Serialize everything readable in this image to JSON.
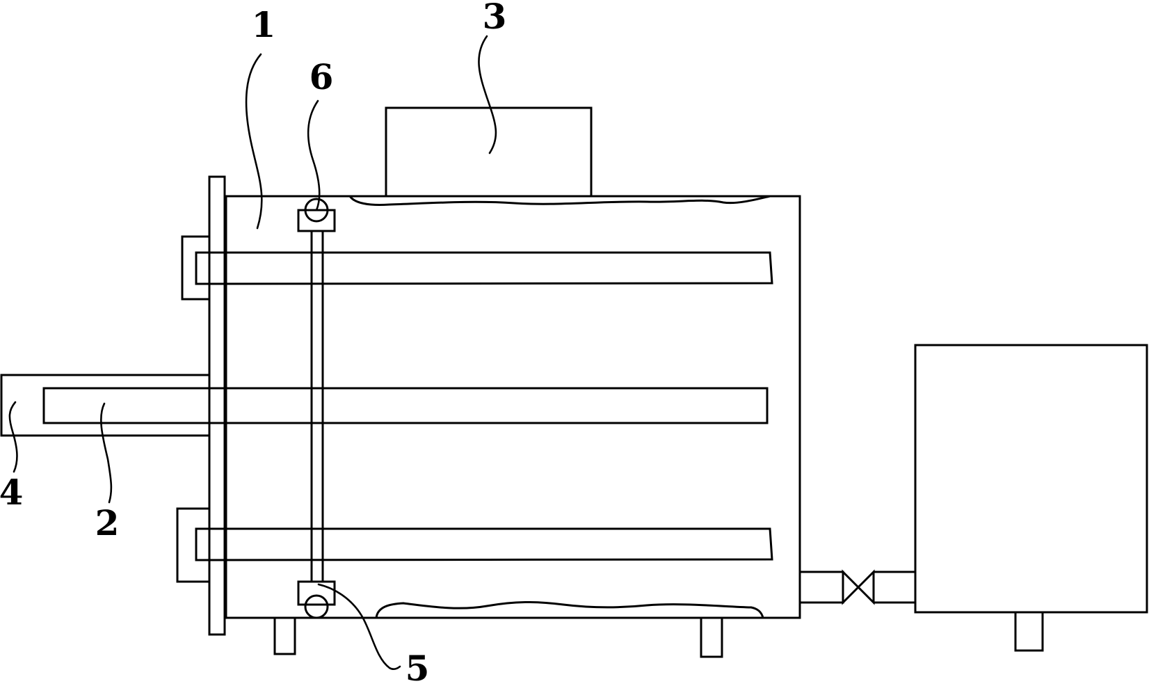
{
  "colors": {
    "line": "#000000",
    "background": "#ffffff"
  },
  "labels": {
    "n1": "1",
    "n2": "2",
    "n3": "3",
    "n4": "4",
    "n5": "5",
    "n6": "6"
  }
}
